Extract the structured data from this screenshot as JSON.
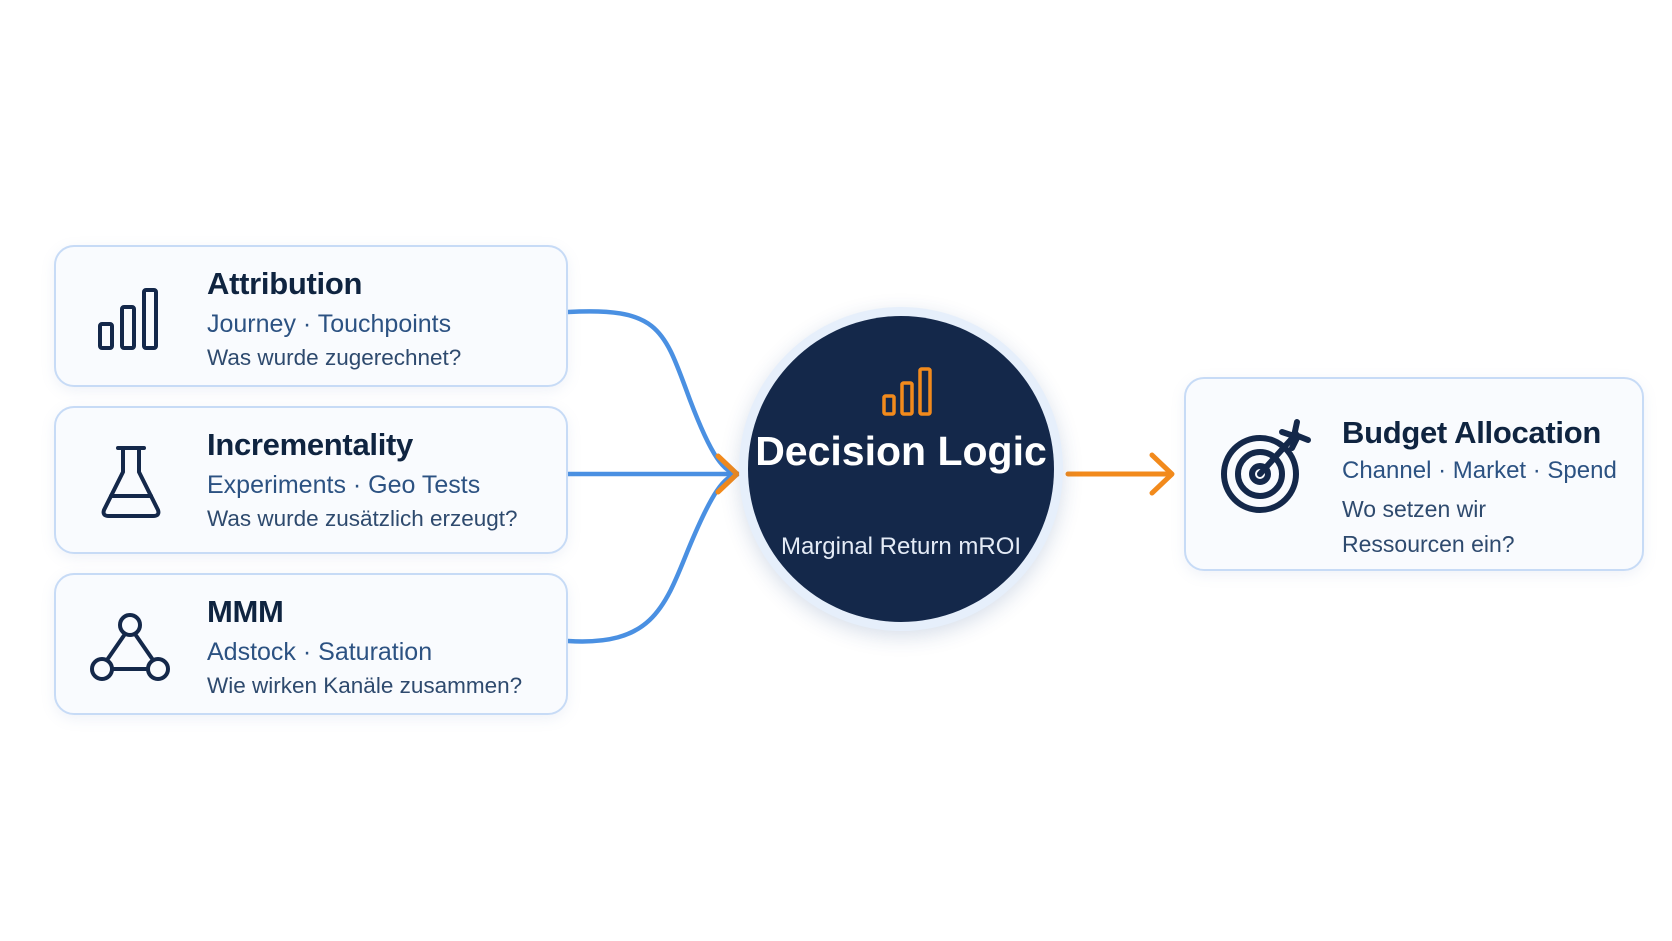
{
  "inputs": [
    {
      "title": "Attribution",
      "subtitle": "Journey · Touchpoints",
      "question": "Was wurde zugerechnet?",
      "icon": "bar-chart-icon"
    },
    {
      "title": "Incrementality",
      "subtitle": "Experiments · Geo Tests",
      "question": "Was wurde zusätzlich erzeugt?",
      "icon": "flask-icon"
    },
    {
      "title": "MMM",
      "subtitle": "Adstock · Saturation",
      "question": "Wie wirken Kanäle zusammen?",
      "icon": "network-icon"
    }
  ],
  "hub": {
    "title": "Decision Logic",
    "subtitle": "Marginal Return mROI",
    "icon": "bar-chart-icon"
  },
  "output": {
    "title": "Budget Allocation",
    "subtitle": "Channel · Market · Spend",
    "question": "Wo setzen wir Ressourcen ein?",
    "icon": "target-icon"
  },
  "colors": {
    "navy": "#14284a",
    "input_connector": "#4a90e2",
    "accent_orange": "#f28a1c",
    "card_border": "#c7dbf6"
  }
}
